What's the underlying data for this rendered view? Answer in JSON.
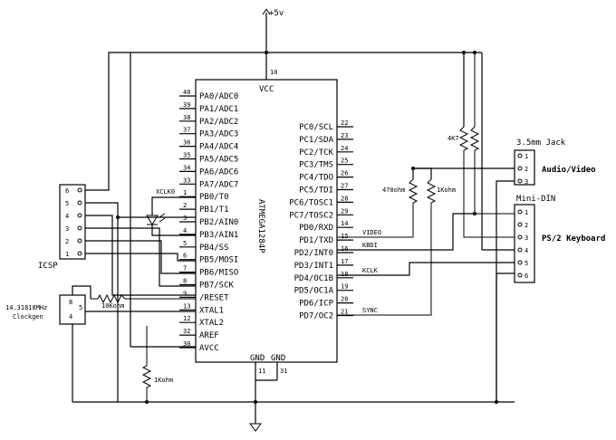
{
  "power": {
    "vcc_label": "+5v"
  },
  "chip": {
    "name": "ATMEGA1284P",
    "vcc_label": "VCC",
    "vcc_pin": "10",
    "gnd_label_1": "GND",
    "gnd_label_2": "GND",
    "gnd_pin_1": "11",
    "gnd_pin_2": "31",
    "left_pins": [
      {
        "num": "40",
        "name": "PA0/ADC0"
      },
      {
        "num": "39",
        "name": "PA1/ADC1"
      },
      {
        "num": "38",
        "name": "PA2/ADC2"
      },
      {
        "num": "37",
        "name": "PA3/ADC3"
      },
      {
        "num": "36",
        "name": "PA4/ADC4"
      },
      {
        "num": "35",
        "name": "PA5/ADC5"
      },
      {
        "num": "34",
        "name": "PA6/ADC6"
      },
      {
        "num": "33",
        "name": "PA7/ADC7"
      },
      {
        "num": "1",
        "name": "PB0/T0"
      },
      {
        "num": "2",
        "name": "PB1/T1"
      },
      {
        "num": "3",
        "name": "PB2/AIN0"
      },
      {
        "num": "4",
        "name": "PB3/AIN1"
      },
      {
        "num": "5",
        "name": "PB4/SS"
      },
      {
        "num": "6",
        "name": "PB5/MOSI"
      },
      {
        "num": "7",
        "name": "PB6/MISO"
      },
      {
        "num": "8",
        "name": "PB7/SCK"
      },
      {
        "num": "9",
        "name": "/RESET"
      },
      {
        "num": "13",
        "name": "XTAL1"
      },
      {
        "num": "12",
        "name": "XTAL2"
      },
      {
        "num": "32",
        "name": "AREF"
      },
      {
        "num": "30",
        "name": "AVCC"
      }
    ],
    "right_pins": [
      {
        "num": "22",
        "name": "PC0/SCL"
      },
      {
        "num": "23",
        "name": "PC1/SDA"
      },
      {
        "num": "24",
        "name": "PC2/TCK"
      },
      {
        "num": "25",
        "name": "PC3/TMS"
      },
      {
        "num": "26",
        "name": "PC4/TDO"
      },
      {
        "num": "27",
        "name": "PC5/TDI"
      },
      {
        "num": "28",
        "name": "PC6/TOSC1"
      },
      {
        "num": "29",
        "name": "PC7/TOSC2"
      },
      {
        "num": "14",
        "name": "PD0/RXD"
      },
      {
        "num": "15",
        "name": "PD1/TXD"
      },
      {
        "num": "16",
        "name": "PD2/INT0"
      },
      {
        "num": "17",
        "name": "PD3/INT1"
      },
      {
        "num": "18",
        "name": "PD4/OC1B"
      },
      {
        "num": "19",
        "name": "PD5/OC1A"
      },
      {
        "num": "20",
        "name": "PD6/ICP"
      },
      {
        "num": "21",
        "name": "PD7/OC2"
      }
    ]
  },
  "signals": {
    "xclk0": "XCLK0",
    "video": "VIDEO",
    "kbdi": "KBDI",
    "kclk": "KCLK",
    "sync": "SYNC"
  },
  "resistors": {
    "r_4k7": "4K7",
    "r_470": "470ohm",
    "r_1k_video": "1Kohm",
    "r_1k_reset": "10Kohm",
    "r_1k_bottom": "1Kohm"
  },
  "icsp": {
    "label": "ICSP",
    "pins": [
      "6",
      "5",
      "4",
      "3",
      "2",
      "1"
    ]
  },
  "clockgen": {
    "freq": "14.31818MHz",
    "label": "Clockgen",
    "pin_8": "8",
    "pin_5": "5",
    "pin_4": "4"
  },
  "jack": {
    "label": "3.5mm Jack",
    "title": "Audio/Video",
    "pins": [
      "1",
      "2",
      "3"
    ]
  },
  "mini_din": {
    "label": "Mini-DIN",
    "title": "PS/2 Keyboard",
    "pins": [
      "1",
      "2",
      "3",
      "4",
      "5",
      "6"
    ]
  }
}
